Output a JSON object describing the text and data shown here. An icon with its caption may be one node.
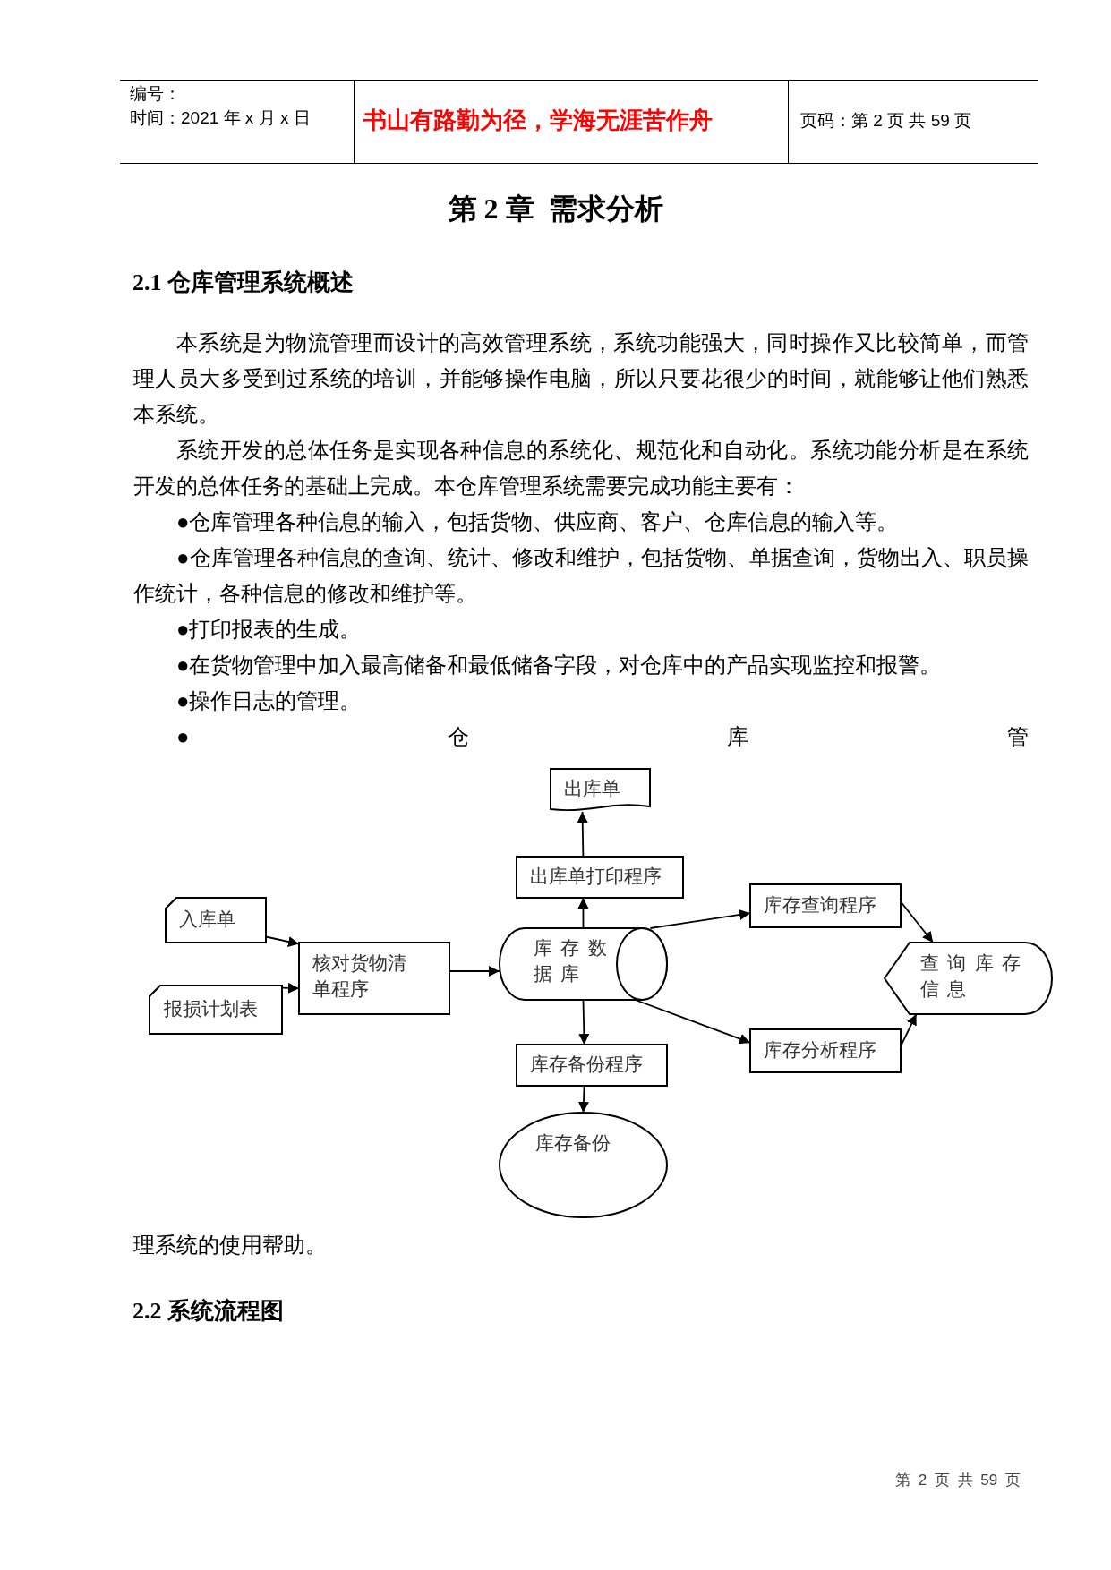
{
  "diagram": {
    "title": "第 2 章  需求分析",
    "nodes": [
      {
        "text": [
          "出库单"
        ]
      },
      {
        "text": [
          "出库单打印程序"
        ]
      },
      {
        "text": [
          "入库单"
        ]
      },
      {
        "text": [
          "库存查询程序"
        ]
      },
      {
        "text": [
          "核对货物清单程序"
        ]
      },
      {
        "text": [
          "库存数据库"
        ]
      },
      {
        "text": [
          "查询库存信息"
        ]
      },
      {
        "text": [
          "报损计划表"
        ]
      },
      {
        "text": [
          "库存分析程序"
        ]
      },
      {
        "text": [
          "库存备份程序"
        ]
      },
      {
        "text": [
          "库存备份"
        ]
      }
    ],
    "edges": [
      {
        "from": 2,
        "to": 4,
        "arrow": "to"
      },
      {
        "from": 7,
        "to": 4,
        "arrow": "to"
      },
      {
        "from": 4,
        "to": 5,
        "arrow": "to"
      },
      {
        "from": 5,
        "to": 1,
        "arrow": "to"
      },
      {
        "from": 1,
        "to": 0,
        "arrow": "to"
      },
      {
        "from": 5,
        "to": 3,
        "arrow": "to"
      },
      {
        "from": 5,
        "to": 8,
        "arrow": "to"
      },
      {
        "from": 3,
        "to": 6,
        "arrow": "to"
      },
      {
        "from": 8,
        "to": 6,
        "arrow": "to"
      },
      {
        "from": 5,
        "to": 9,
        "arrow": "to"
      },
      {
        "from": 9,
        "to": 10,
        "arrow": "to"
      }
    ],
    "labels": [
      "编号：",
      "时间：2021 年 x 月 x 日",
      "书山有路勤为径，学海无涯苦作舟",
      "页码：第 2 页  共 59 页",
      "2.1 仓库管理系统概述",
      "本系统是为物流管理而设计的高效管理系统，系统功能强大，同时操作又比较简单，而管理人员大多受到过系统的培训，并能够操作电脑，所以只要花很少的时间，就能够让他们熟悉本系统。",
      "系统开发的总体任务是实现各种信息的系统化、规范化和自动化。系统功能分析是在系统开发的总体任务的基础上完成。本仓库管理系统需要完成功能主要有：",
      "●仓库管理各种信息的输入，包括货物、供应商、客户、仓库信息的输入等。",
      "●仓库管理各种信息的查询、统计、修改和维护，包括货物、单据查询，货物出入、职员操作统计，各种信息的修改和维护等。",
      "●打印报表的生成。",
      "●在货物管理中加入最高储备和最低储备字段，对仓库中的产品实现监控和报警。",
      "●操作日志的管理。",
      "●仓库管",
      "理系统的使用帮助。",
      "2.2 系统流程图",
      "第 2 页 共 59 页"
    ]
  }
}
